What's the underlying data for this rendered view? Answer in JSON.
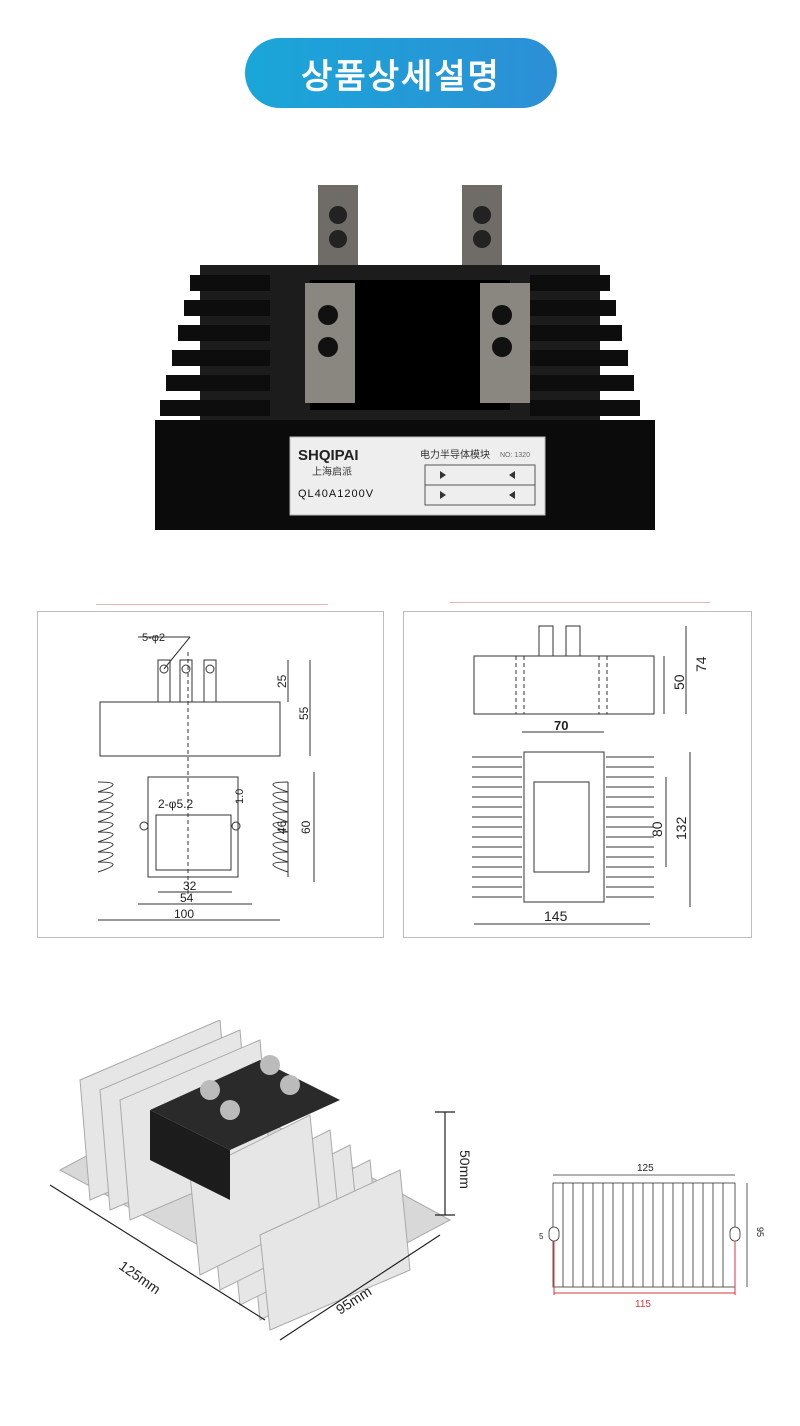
{
  "header": {
    "title": "상품상세설명"
  },
  "product_photo": {
    "brand": "SHQIPAI",
    "label_cn_title": "电力半导体模块",
    "label_cn_subtitle": "上海启派",
    "label_code": "NO: 1320",
    "model": "QL40A1200V"
  },
  "drawing_left": {
    "holes_small": "5-φ2",
    "holes_mount": "2-φ5.2",
    "dim_25": "25",
    "dim_55": "55",
    "dim_1_0": "1.0",
    "dim_46": "46",
    "dim_60": "60",
    "dim_32": "32",
    "dim_54": "54",
    "dim_100": "100"
  },
  "drawing_right": {
    "dim_50": "50",
    "dim_74": "74",
    "dim_70": "70",
    "dim_80": "80",
    "dim_132": "132",
    "dim_145": "145"
  },
  "heatsink_photo": {
    "dim_height": "50mm",
    "dim_length": "125mm",
    "dim_width": "95mm"
  },
  "heatsink_drawing": {
    "dim_top": "125",
    "dim_right": "95",
    "dim_slot": "5",
    "dim_bottom": "115"
  }
}
